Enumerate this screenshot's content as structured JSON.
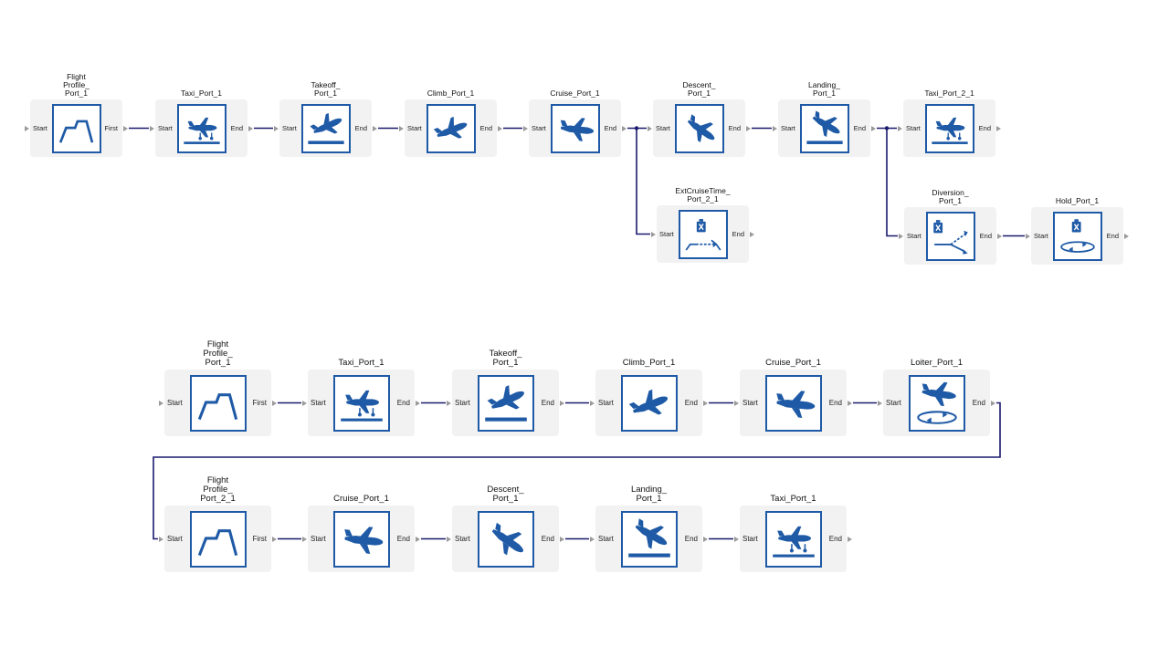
{
  "colors": {
    "icon": "#1f5aa6",
    "wire": "#1a1a6e",
    "box": "#f2f2f2",
    "port_arrow": "#9a9a9a"
  },
  "diagram1": {
    "nodes": [
      {
        "name": "Flight\nProfile_\nPort_1",
        "in": "Start",
        "out": "First",
        "icon": "profile-icon"
      },
      {
        "name": "Taxi_Port_1",
        "in": "Start",
        "out": "End",
        "icon": "taxi-icon"
      },
      {
        "name": "Takeoff_\nPort_1",
        "in": "Start",
        "out": "End",
        "icon": "takeoff-icon"
      },
      {
        "name": "Climb_Port_1",
        "in": "Start",
        "out": "End",
        "icon": "climb-icon"
      },
      {
        "name": "Cruise_Port_1",
        "in": "Start",
        "out": "End",
        "icon": "cruise-icon"
      },
      {
        "name": "Descent_\nPort_1",
        "in": "Start",
        "out": "End",
        "icon": "descent-icon"
      },
      {
        "name": "Landing_\nPort_1",
        "in": "Start",
        "out": "End",
        "icon": "landing-icon"
      },
      {
        "name": "Taxi_Port_2_1",
        "in": "Start",
        "out": "End",
        "icon": "taxi-icon"
      },
      {
        "name": "ExtCruiseTime_\nPort_2_1",
        "in": "Start",
        "out": "End",
        "icon": "ext-cruise-icon"
      },
      {
        "name": "Diversion_\nPort_1",
        "in": "Start",
        "out": "End",
        "icon": "diversion-icon"
      },
      {
        "name": "Hold_Port_1",
        "in": "Start",
        "out": "End",
        "icon": "hold-icon"
      }
    ]
  },
  "diagram2": {
    "nodes": [
      {
        "name": "Flight\nProfile_\nPort_1",
        "in": "Start",
        "out": "First",
        "icon": "profile-icon"
      },
      {
        "name": "Taxi_Port_1",
        "in": "Start",
        "out": "End",
        "icon": "taxi-icon"
      },
      {
        "name": "Takeoff_\nPort_1",
        "in": "Start",
        "out": "End",
        "icon": "takeoff-icon"
      },
      {
        "name": "Climb_Port_1",
        "in": "Start",
        "out": "End",
        "icon": "climb-icon"
      },
      {
        "name": "Cruise_Port_1",
        "in": "Start",
        "out": "End",
        "icon": "cruise-icon"
      },
      {
        "name": "Loiter_Port_1",
        "in": "Start",
        "out": "End",
        "icon": "loiter-icon"
      },
      {
        "name": "Flight\nProfile_\nPort_2_1",
        "in": "Start",
        "out": "First",
        "icon": "profile-icon"
      },
      {
        "name": "Cruise_Port_1",
        "in": "Start",
        "out": "End",
        "icon": "cruise-icon"
      },
      {
        "name": "Descent_\nPort_1",
        "in": "Start",
        "out": "End",
        "icon": "descent-icon"
      },
      {
        "name": "Landing_\nPort_1",
        "in": "Start",
        "out": "End",
        "icon": "landing-icon"
      },
      {
        "name": "Taxi_Port_1",
        "in": "Start",
        "out": "End",
        "icon": "taxi-icon"
      }
    ]
  }
}
